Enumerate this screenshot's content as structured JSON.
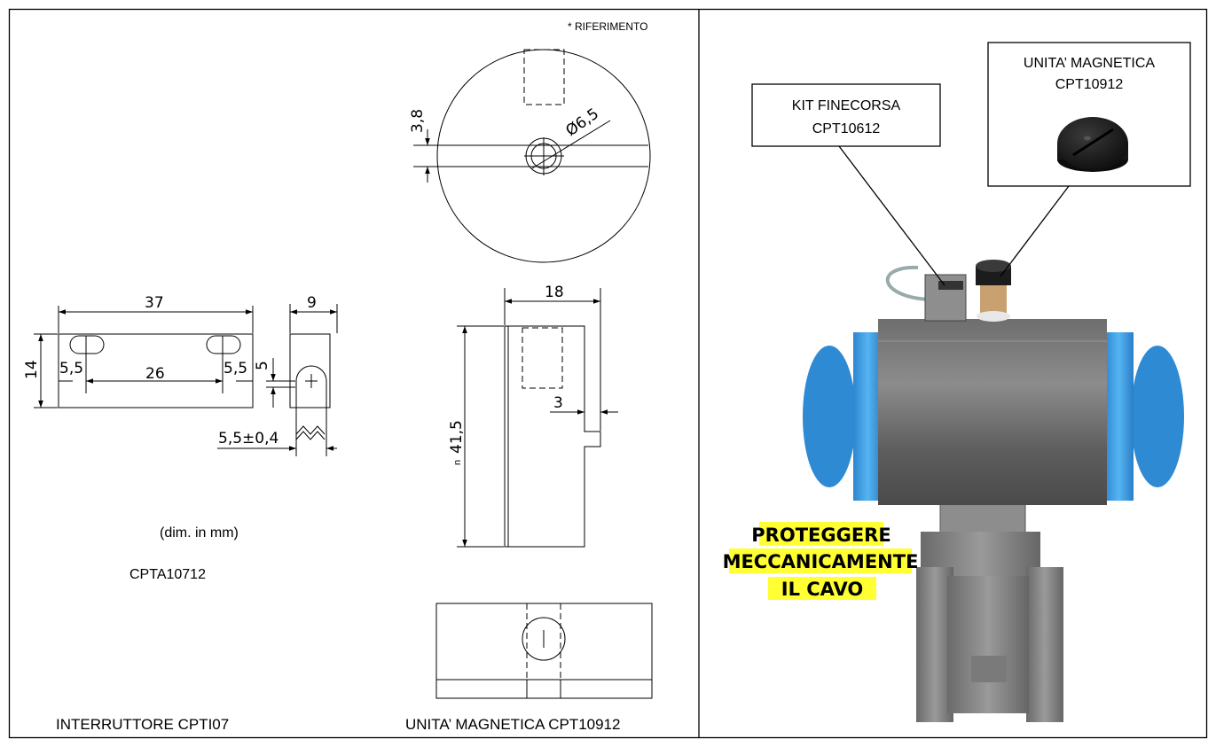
{
  "reference_note": "*   RIFERIMENTO",
  "disc_dims": {
    "height": "3,8",
    "diameter": "Ø6,5"
  },
  "switch_dims": {
    "length": "37",
    "width": "9",
    "height": "14",
    "edge_left": "5,5",
    "center": "26",
    "edge_right": "5,5",
    "pin": "5",
    "wave": "5,5±0,4"
  },
  "side_dims": {
    "width": "18",
    "step": "3",
    "height": "41,5",
    "height_prefix": "n"
  },
  "notes": {
    "units": "(dim. in mm)",
    "code": "CPTA10712"
  },
  "captions": {
    "switch": "INTERRUTTORE CPTI07",
    "magnet": "UNITA’ MAGNETICA CPT10912"
  },
  "photo": {
    "kit_label": {
      "line1": "KIT FINECORSA",
      "line2": "CPT10612"
    },
    "magnet_label": {
      "line1": "UNITA’ MAGNETICA",
      "line2": "CPT10912"
    },
    "warning": [
      "PROTEGGERE",
      "MECCANICAMENTE",
      "IL CAVO"
    ],
    "warning_bg": "#ffff33",
    "actuator_color": "#3aa0e6"
  }
}
